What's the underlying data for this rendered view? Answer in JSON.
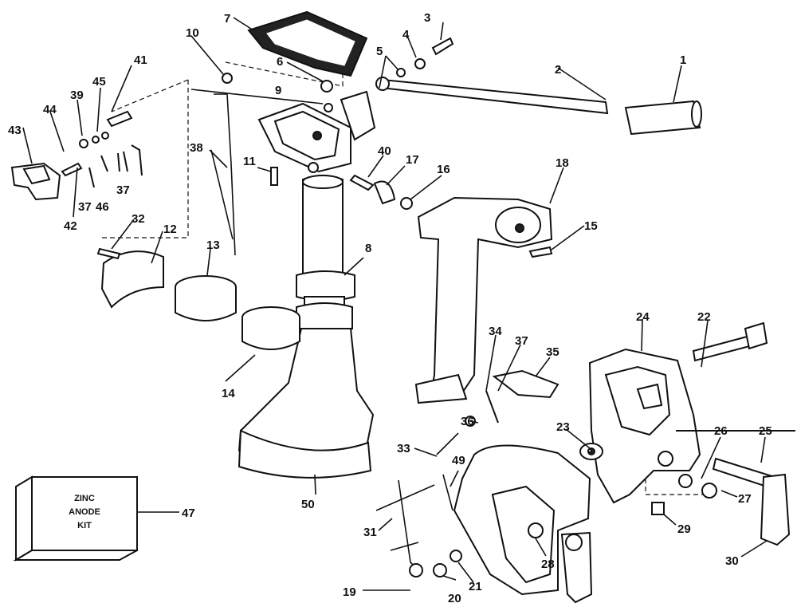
{
  "diagram": {
    "kit_box": {
      "line1": "ZINC",
      "line2": "ANODE",
      "line3": "KIT"
    },
    "labels": {
      "p1": "1",
      "p2": "2",
      "p3": "3",
      "p4": "4",
      "p5": "5",
      "p6": "6",
      "p7": "7",
      "p8": "8",
      "p9": "9",
      "p10": "10",
      "p11": "11",
      "p12": "12",
      "p13": "13",
      "p14": "14",
      "p15": "15",
      "p16": "16",
      "p17": "17",
      "p18": "18",
      "p19": "19",
      "p20": "20",
      "p21": "21",
      "p22": "22",
      "p23": "23",
      "p24": "24",
      "p25": "25",
      "p26": "26",
      "p27": "27",
      "p28": "28",
      "p29": "29",
      "p30": "30",
      "p31": "31",
      "p32": "32",
      "p33": "33",
      "p34": "34",
      "p35": "35",
      "p36": "36",
      "p37a": "37",
      "p37b": "37",
      "p37c": "37",
      "p38": "38",
      "p39": "39",
      "p40": "40",
      "p41": "41",
      "p42": "42",
      "p43": "43",
      "p44": "44",
      "p45": "45",
      "p46": "46",
      "p47": "47",
      "p49": "49",
      "p50": "50"
    }
  }
}
